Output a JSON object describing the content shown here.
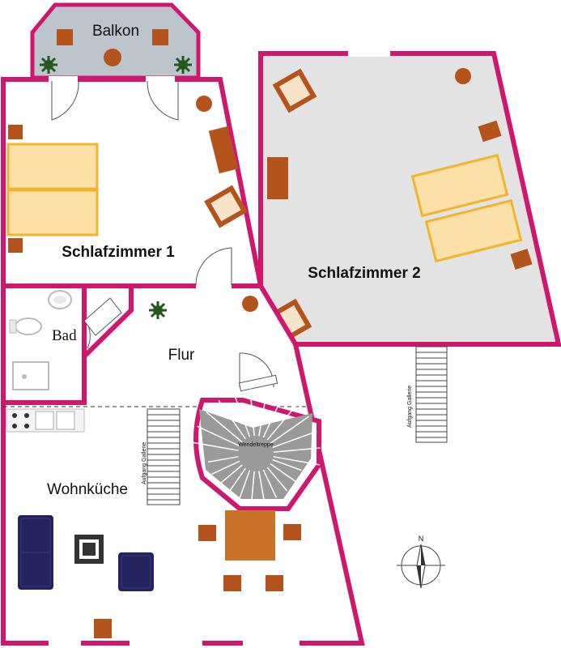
{
  "rooms": {
    "balkon": "Balkon",
    "schlafzimmer1": "Schlafzimmer 1",
    "schlafzimmer2": "Schlafzimmer 2",
    "bad": "Bad",
    "flur": "Flur",
    "wohnkueche": "Wohnküche"
  },
  "stairs": {
    "spiral": "Wendeltreppe",
    "gallery_left": "Aufgang Gallerie",
    "gallery_right": "Aufgang Gallerie"
  },
  "compass": {
    "north": "N"
  },
  "colors": {
    "wall": "#d0176e",
    "furniture_brown": "#b4531c",
    "bed_fill": "#fce0a8",
    "bed_border": "#f1b42a",
    "sofa": "#23235e",
    "room2_floor": "#e3e3e3",
    "balcony_floor": "#bcc4cc",
    "stairs_gray": "#9a9a9a"
  }
}
